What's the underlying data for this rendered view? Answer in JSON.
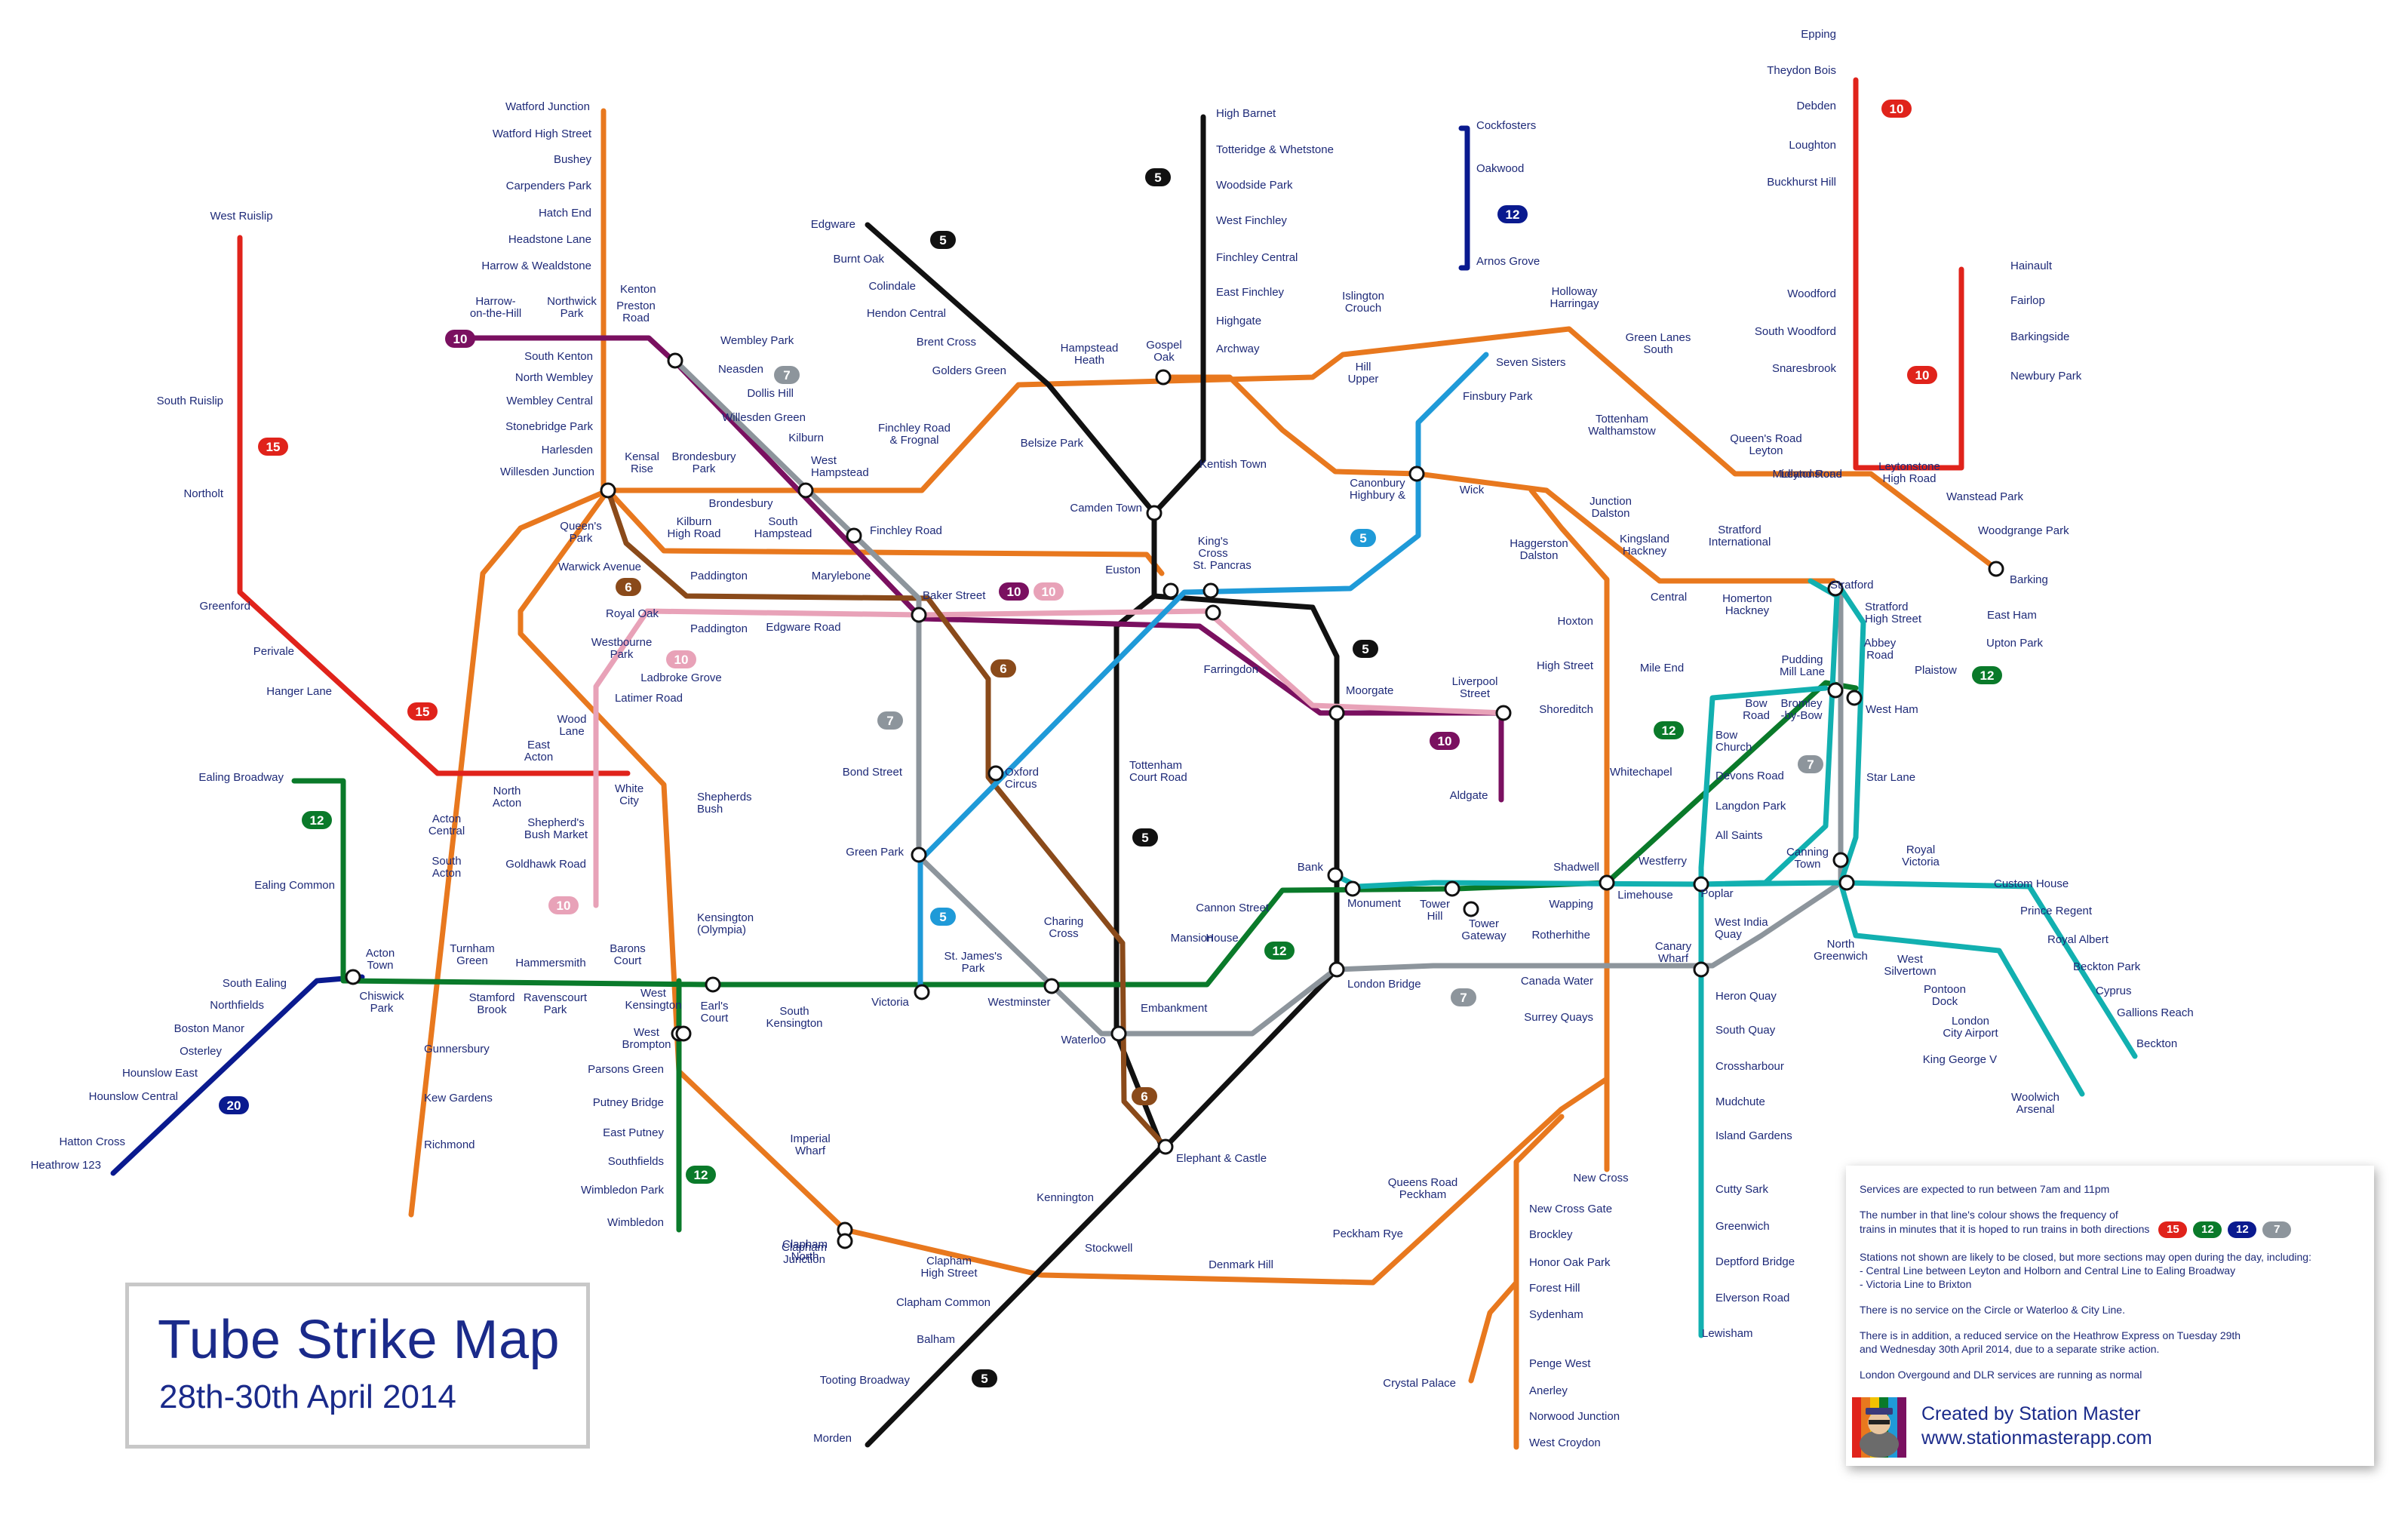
{
  "title": {
    "main": "Tube Strike Map",
    "sub": "28th-30th April 2014"
  },
  "colors": {
    "central": "#e0231b",
    "northern": "#111111",
    "piccadilly": "#0a1a8f",
    "district": "#0a7a2a",
    "jubilee": "#8d959c",
    "metropolitan": "#7a1060",
    "hammersmith": "#e8a2b8",
    "bakerloo": "#8a4a1a",
    "victoria": "#1f9ad8",
    "overground": "#e8781e",
    "dlr": "#12b0b0"
  },
  "info": {
    "line1": "Services are expected to run between 7am and 11pm",
    "line2a": "The number in that line's colour shows the frequency of",
    "line2b": "trains in minutes that it is hoped to run trains in both directions",
    "legend": [
      {
        "label": "15",
        "color": "#e0231b"
      },
      {
        "label": "12",
        "color": "#0a7a2a"
      },
      {
        "label": "12",
        "color": "#0a1a8f"
      },
      {
        "label": "7",
        "color": "#8d959c"
      }
    ],
    "line3a": "Stations not shown are likely to be closed, but more sections may open during the day, including:",
    "line3b": "- Central Line between Leyton and Holborn and Central Line to Ealing Broadway",
    "line3c": "- Victoria Line to Brixton",
    "line4": "There is no service on the Circle or Waterloo & City Line.",
    "line5a": "There is in addition, a reduced service on the Heathrow Express on Tuesday 29th",
    "line5b": "and Wednesday 30th April 2014, due to a separate strike action.",
    "line6": "London Overgound and DLR services are running as normal"
  },
  "credit": {
    "line1": "Created by Station Master",
    "line2": "www.stationmasterapp.com"
  },
  "freq_badges": [
    {
      "label": "5",
      "color": "#111111"
    },
    {
      "label": "5",
      "color": "#111111"
    },
    {
      "label": "5",
      "color": "#111111"
    },
    {
      "label": "5",
      "color": "#111111"
    },
    {
      "label": "5",
      "color": "#111111"
    },
    {
      "label": "12",
      "color": "#0a1a8f"
    },
    {
      "label": "20",
      "color": "#0a1a8f"
    },
    {
      "label": "10",
      "color": "#e0231b"
    },
    {
      "label": "10",
      "color": "#e0231b"
    },
    {
      "label": "15",
      "color": "#e0231b"
    },
    {
      "label": "15",
      "color": "#e0231b"
    },
    {
      "label": "10",
      "color": "#7a1060"
    },
    {
      "label": "10",
      "color": "#7a1060"
    },
    {
      "label": "10",
      "color": "#7a1060"
    },
    {
      "label": "10",
      "color": "#e8a2b8"
    },
    {
      "label": "10",
      "color": "#e8a2b8"
    },
    {
      "label": "10",
      "color": "#e8a2b8"
    },
    {
      "label": "6",
      "color": "#8a4a1a"
    },
    {
      "label": "6",
      "color": "#8a4a1a"
    },
    {
      "label": "6",
      "color": "#8a4a1a"
    },
    {
      "label": "7",
      "color": "#8d959c"
    },
    {
      "label": "7",
      "color": "#8d959c"
    },
    {
      "label": "7",
      "color": "#8d959c"
    },
    {
      "label": "7",
      "color": "#8d959c"
    },
    {
      "label": "5",
      "color": "#1f9ad8"
    },
    {
      "label": "5",
      "color": "#1f9ad8"
    },
    {
      "label": "12",
      "color": "#0a7a2a"
    },
    {
      "label": "12",
      "color": "#0a7a2a"
    },
    {
      "label": "12",
      "color": "#0a7a2a"
    },
    {
      "label": "12",
      "color": "#0a7a2a"
    },
    {
      "label": "12",
      "color": "#0a7a2a"
    }
  ],
  "stations": [
    "Watford Junction",
    "Watford High Street",
    "Bushey",
    "Carpenders Park",
    "Hatch End",
    "Headstone Lane",
    "Harrow & Wealdstone",
    "Kenton",
    "Harrow-",
    "on-the-Hill",
    "Northwick",
    "Park",
    "Preston",
    "Road",
    "South Kenton",
    "North Wembley",
    "Wembley Central",
    "Stonebridge Park",
    "Harlesden",
    "Willesden Junction",
    "West Ruislip",
    "South Ruislip",
    "Northolt",
    "Greenford",
    "Perivale",
    "Hanger Lane",
    "East",
    "Acton",
    "North",
    "Acton",
    "White",
    "City",
    "Ealing Broadway",
    "Ealing Common",
    "Acton",
    "Town",
    "Chiswick",
    "Park",
    "South Ealing",
    "Northfields",
    "Boston Manor",
    "Osterley",
    "Hounslow East",
    "Hounslow Central",
    "Hatton Cross",
    "Heathrow 123",
    "Acton",
    "Central",
    "South",
    "Acton",
    "Turnham",
    "Green",
    "Stamford",
    "Brook",
    "Ravenscourt",
    "Park",
    "Hammersmith",
    "Barons",
    "Court",
    "West",
    "Kensington",
    "Earl's",
    "Court",
    "West",
    "Brompton",
    "Parsons Green",
    "Putney Bridge",
    "East Putney",
    "Southfields",
    "Wimbledon Park",
    "Wimbledon",
    "Gunnersbury",
    "Kew Gardens",
    "Richmond",
    "Shepherd's",
    "Bush Market",
    "Goldhawk Road",
    "Wood",
    "Lane",
    "Shepherds",
    "Bush",
    "Kensington",
    "(Olympia)",
    "Latimer Road",
    "Ladbroke Grove",
    "Westbourne",
    "Park",
    "Royal Oak",
    "Queen's",
    "Park",
    "Kensal",
    "Rise",
    "Brondesbury",
    "Park",
    "Brondesbury",
    "Kilburn",
    "High Road",
    "South",
    "Hampstead",
    "Warwick Avenue",
    "Paddington",
    "Paddington",
    "Edgware Road",
    "Marylebone",
    "Baker Street",
    "Wembley Park",
    "Neasden",
    "Dollis Hill",
    "Willesden Green",
    "Kilburn",
    "West",
    "Hampstead",
    "Finchley Road",
    "Finchley Road",
    "& Frognal",
    "Hampstead",
    "Heath",
    "Gospel",
    "Oak",
    "Edgware",
    "Burnt Oak",
    "Colindale",
    "Hendon Central",
    "Brent Cross",
    "Golders Green",
    "Belsize Park",
    "Camden Town",
    "Kentish Town",
    "High Barnet",
    "Totteridge & Whetstone",
    "Woodside Park",
    "West Finchley",
    "Finchley Central",
    "East Finchley",
    "Highgate",
    "Archway",
    "Euston",
    "King's",
    "Cross",
    "St. Pancras",
    "Farringdon",
    "Moorgate",
    "Liverpool",
    "Street",
    "Aldgate",
    "Tottenham",
    "Court Road",
    "Bond Street",
    "Oxford",
    "Circus",
    "Green Park",
    "St. James's",
    "Park",
    "Victoria",
    "Westminster",
    "Charing",
    "Cross",
    "Embankment",
    "Waterloo",
    "Kennington",
    "Stockwell",
    "Clapham",
    "North",
    "Clapham",
    "High Street",
    "Clapham Common",
    "Balham",
    "Tooting Broadway",
    "Morden",
    "Elephant & Castle",
    "Imperial",
    "Wharf",
    "Clapham",
    "Junction",
    "South",
    "Kensington",
    "Cannon Street",
    "Mansion",
    "House",
    "Bank",
    "Monument",
    "Tower",
    "Hill",
    "Tower",
    "Gateway",
    "London Bridge",
    "Canada Water",
    "Surrey Quays",
    "Rotherhithe",
    "Wapping",
    "Shadwell",
    "Whitechapel",
    "Shoreditch",
    "High Street",
    "Hoxton",
    "Haggerston",
    "Dalston",
    "Junction",
    "Dalston",
    "Kingsland",
    "Hackney",
    "Central",
    "Homerton",
    "Hackney",
    "Wick",
    "Canonbury",
    "Highbury &",
    "Islington",
    "Crouch",
    "Hill",
    "Upper",
    "Holloway",
    "Harringay",
    "Green Lanes",
    "South",
    "Tottenham",
    "Walthamstow",
    "Queen's Road",
    "Leyton",
    "Midland Road",
    "Leytonstone",
    "High Road",
    "Wanstead Park",
    "Woodgrange Park",
    "Barking",
    "Seven Sisters",
    "Finsbury Park",
    "Cockfosters",
    "Oakwood",
    "Arnos Grove",
    "Epping",
    "Theydon Bois",
    "Debden",
    "Loughton",
    "Buckhurst Hill",
    "Woodford",
    "South Woodford",
    "Snaresbrook",
    "Leytonstone",
    "Hainault",
    "Fairlop",
    "Barkingside",
    "Newbury Park",
    "Stratford",
    "International",
    "Stratford",
    "Stratford",
    "High Street",
    "Abbey",
    "Road",
    "West Ham",
    "Plaistow",
    "Upton Park",
    "East Ham",
    "Pudding",
    "Mill Lane",
    "Bow",
    "Road",
    "Bromley",
    "-by-Bow",
    "Mile End",
    "Bow",
    "Church",
    "Devons Road",
    "Langdon Park",
    "All Saints",
    "Star Lane",
    "Canning",
    "Town",
    "Westferry",
    "Limehouse",
    "Poplar",
    "West India",
    "Quay",
    "Canary",
    "Wharf",
    "Heron Quay",
    "South Quay",
    "Crossharbour",
    "Mudchute",
    "Island Gardens",
    "Cutty Sark",
    "Greenwich",
    "Deptford Bridge",
    "Elverson Road",
    "Lewisham",
    "North",
    "Greenwich",
    "Royal",
    "Victoria",
    "Custom House",
    "Prince Regent",
    "Royal Albert",
    "Beckton Park",
    "Cyprus",
    "Gallions Reach",
    "Beckton",
    "West",
    "Silvertown",
    "Pontoon",
    "Dock",
    "London",
    "City Airport",
    "King George V",
    "Woolwich",
    "Arsenal",
    "New Cross",
    "New Cross Gate",
    "Brockley",
    "Honor Oak Park",
    "Forest Hill",
    "Sydenham",
    "Crystal Palace",
    "Penge West",
    "Anerley",
    "Norwood Junction",
    "West Croydon",
    "Queens Road",
    "Peckham",
    "Peckham Rye",
    "Denmark Hill"
  ]
}
